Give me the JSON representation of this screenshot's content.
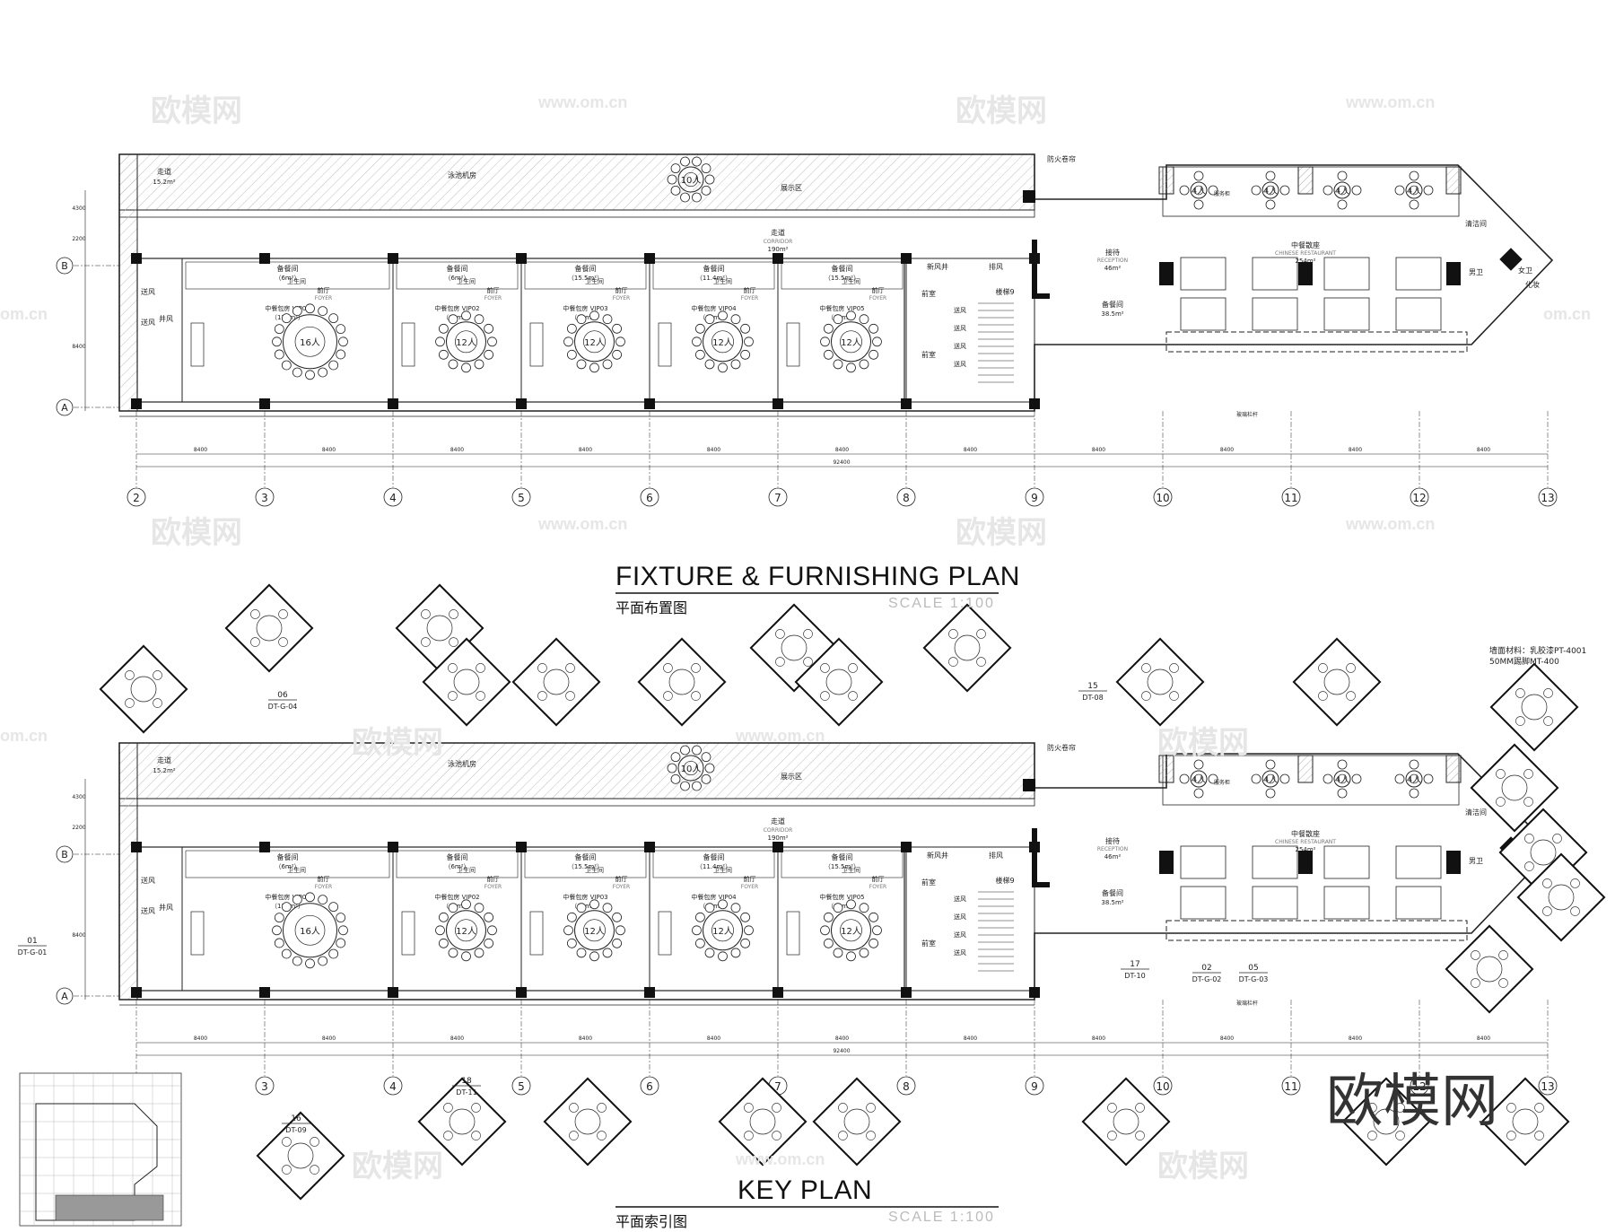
{
  "plan1": {
    "title": "FIXTURE & FURNISHING PLAN",
    "subtitle": "平面布置图",
    "scale": "SCALE 1:100"
  },
  "plan2": {
    "title": "KEY PLAN",
    "subtitle": "平面索引图",
    "scale": "SCALE 1:100"
  },
  "grid_columns": [
    "2",
    "3",
    "4",
    "5",
    "6",
    "7",
    "8",
    "9",
    "10",
    "11",
    "12",
    "13"
  ],
  "grid_rows": [
    "B",
    "A"
  ],
  "bay_dimension": "8400",
  "total_dimension": "92400",
  "row_dimensions": [
    "4300",
    "2200",
    "8400"
  ],
  "rooms": {
    "corridor_top": "走道",
    "corridor_top_area": "15.2m²",
    "pool_room": "泳池机房",
    "exhibit": "展示区",
    "fire_shutter": "防火卷帘",
    "corridor_mid": "走道",
    "corridor_mid_en": "CORRIDOR",
    "corridor_mid_area": "190m²",
    "vip01": "中餐包房 VIP01",
    "vip01_area": "（121m²）",
    "vip02": "中餐包房 VIP02",
    "vip02_area": "（63m²）",
    "vip03": "中餐包房 VIP03",
    "vip03_area": "（63m²）",
    "vip04": "中餐包房 VIP04",
    "vip04_area": "（63m²）",
    "vip05": "中餐包房 VIP05",
    "vip05_area": "（60m²）",
    "pantry": "备餐间",
    "pantry_area_1": "（6m²）",
    "pantry_area_2": "（15.5m²）",
    "pantry_area_3": "（11.4m²）",
    "wc": "卫生间",
    "foyer": "前厅",
    "foyer_en": "FOYER",
    "shaft": "井风",
    "air_supply": "送风",
    "fresh_air": "新风井",
    "exhaust": "排风",
    "stair": "楼梯9",
    "storage": "前室",
    "reception": "接待",
    "reception_en": "RECEPTION",
    "reception_area": "46m²",
    "chinese_rest": "中餐散座",
    "chinese_rest_en": "CHINESE RESTAURANT",
    "chinese_rest_area": "254m²",
    "pantry2": "备餐间",
    "pantry2_area": "38.5m²",
    "clean_room": "清洁间",
    "male_wc": "男卫",
    "female_wc": "女卫",
    "makeup": "化妆",
    "service": "服务柜",
    "table_16": "16人",
    "table_12": "12人",
    "table_10": "10人",
    "table_4": "4人",
    "rail": "玻璃栏杆"
  },
  "callouts": [
    {
      "num": "06",
      "ref": "DT-G-04"
    },
    {
      "num": "15",
      "ref": "DT-08"
    },
    {
      "num": "01",
      "ref": "DT-G-01"
    },
    {
      "num": "17",
      "ref": "DT-10"
    },
    {
      "num": "02",
      "ref": "DT-G-02"
    },
    {
      "num": "05",
      "ref": "DT-G-03"
    },
    {
      "num": "18",
      "ref": "DT-11"
    },
    {
      "num": "16",
      "ref": "DT-09"
    }
  ],
  "wall_note": {
    "line1": "墙面材料：乳胶漆PT-4001",
    "line2": "50MM踢脚MT-400"
  },
  "watermark": {
    "text": "欧模网",
    "url": "www.om.cn",
    "url_short": "om.cn"
  },
  "colors": {
    "line": "#222222",
    "hatch": "#9a9a9a",
    "watermark": "#e6e6e6"
  }
}
